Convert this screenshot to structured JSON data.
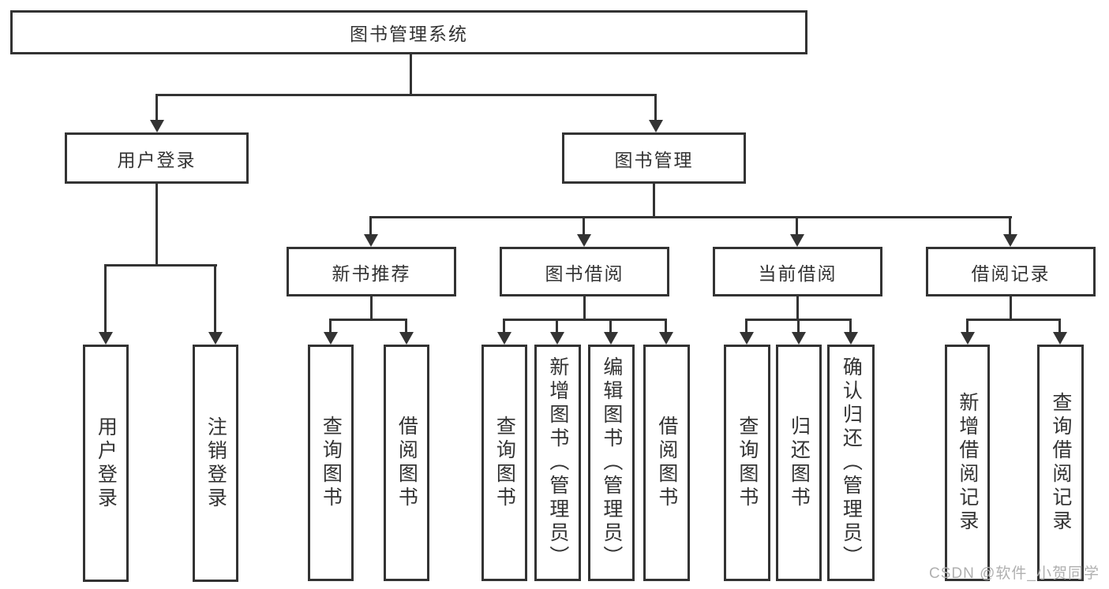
{
  "diagram": {
    "root": {
      "label": "图书管理系统"
    },
    "level2": [
      {
        "label": "用户登录",
        "children": [
          "用户登录",
          "注销登录"
        ]
      },
      {
        "label": "图书管理"
      }
    ],
    "level3": [
      {
        "label": "新书推荐",
        "children": [
          "查询图书",
          "借阅图书"
        ]
      },
      {
        "label": "图书借阅",
        "children": [
          "查询图书",
          "新增图书（管理员）",
          "编辑图书（管理员）",
          "借阅图书"
        ]
      },
      {
        "label": "当前借阅",
        "children": [
          "查询图书",
          "归还图书",
          "确认归还（管理员）"
        ]
      },
      {
        "label": "借阅记录",
        "children": [
          "新增借阅记录",
          "查询借阅记录"
        ]
      }
    ],
    "colors": {
      "line": "#333333",
      "text": "#333333",
      "background": "#ffffff"
    }
  },
  "watermark": {
    "text": "CSDN @软件_小贺同学",
    "color": "#b0b0b0"
  }
}
